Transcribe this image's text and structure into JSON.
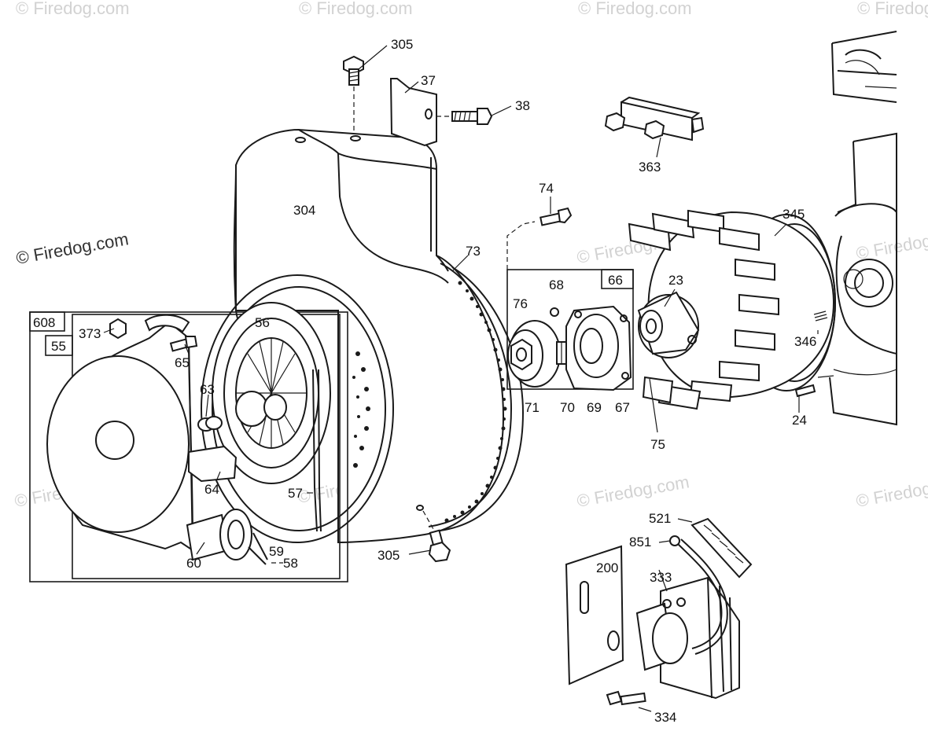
{
  "watermarks": {
    "brand": "© Firedog.com"
  },
  "callouts": {
    "c305_top": "305",
    "c37": "37",
    "c38": "38",
    "c363": "363",
    "c74": "74",
    "c304": "304",
    "c73": "73",
    "c345": "345",
    "c66": "66",
    "c68": "68",
    "c23": "23",
    "c76": "76",
    "c346": "346",
    "c71": "71",
    "c70": "70",
    "c69": "69",
    "c67": "67",
    "c24": "24",
    "c75": "75",
    "c608": "608",
    "c55": "55",
    "c373": "373",
    "c56": "56",
    "c65": "65",
    "c63": "63",
    "c64": "64",
    "c57": "57",
    "c59": "59",
    "c58": "58",
    "c60": "60",
    "c305_bottom": "305",
    "c521": "521",
    "c851": "851",
    "c200": "200",
    "c333": "333",
    "c334": "334"
  }
}
